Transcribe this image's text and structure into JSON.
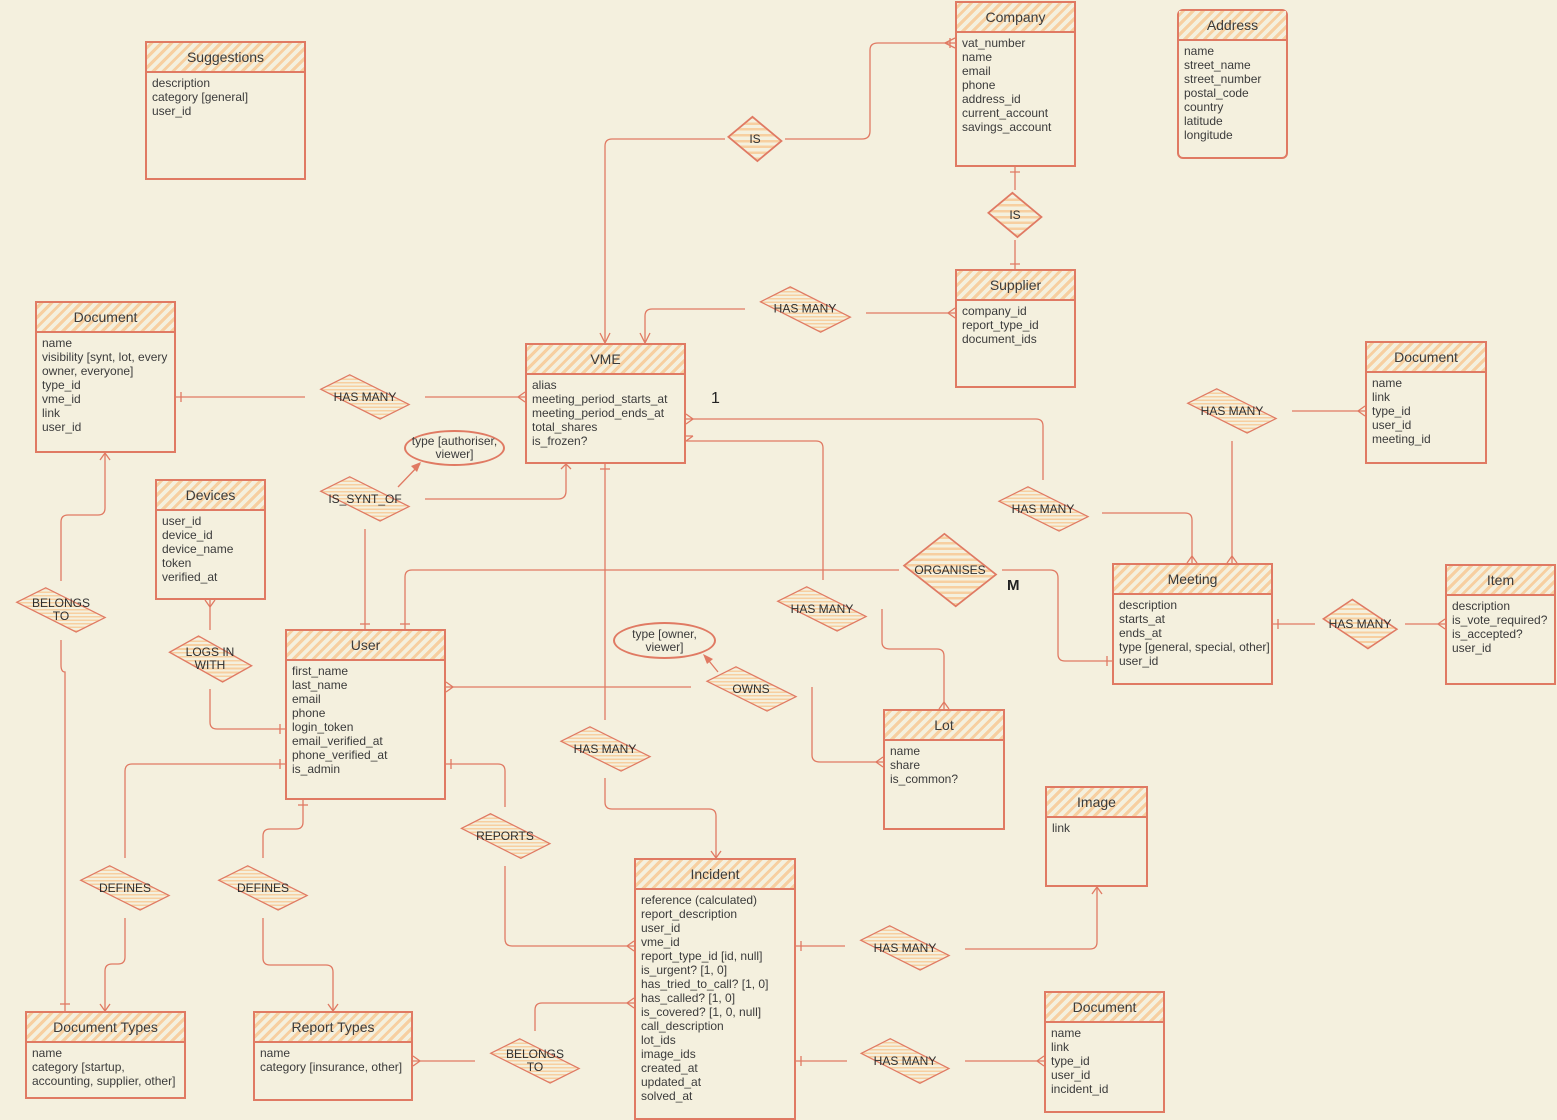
{
  "entities": [
    {
      "id": "suggestions",
      "title": "Suggestions",
      "attrs": [
        "description",
        "category [general]",
        "user_id"
      ]
    },
    {
      "id": "company",
      "title": "Company",
      "attrs": [
        "vat_number",
        "name",
        "email",
        "phone",
        "address_id",
        "current_account",
        "savings_account"
      ]
    },
    {
      "id": "address",
      "title": "Address",
      "attrs": [
        "name",
        "street_name",
        "street_number",
        "postal_code",
        "country",
        "latitude",
        "longitude"
      ]
    },
    {
      "id": "supplier",
      "title": "Supplier",
      "attrs": [
        "company_id",
        "report_type_id",
        "document_ids"
      ]
    },
    {
      "id": "document_vme",
      "title": "Document",
      "attrs": [
        "name",
        "visibility [synt, lot, every",
        "owner, everyone]",
        "type_id",
        "vme_id",
        "link",
        "user_id"
      ]
    },
    {
      "id": "vme",
      "title": "VME",
      "attrs": [
        "alias",
        "meeting_period_starts_at",
        "meeting_period_ends_at",
        "total_shares",
        "is_frozen?"
      ]
    },
    {
      "id": "document_meeting",
      "title": "Document",
      "attrs": [
        "name",
        "link",
        "type_id",
        "user_id",
        "meeting_id"
      ]
    },
    {
      "id": "devices",
      "title": "Devices",
      "attrs": [
        "user_id",
        "device_id",
        "device_name",
        "token",
        "verified_at"
      ]
    },
    {
      "id": "meeting",
      "title": "Meeting",
      "attrs": [
        "description",
        "starts_at",
        "ends_at",
        "type [general, special, other]",
        "user_id"
      ]
    },
    {
      "id": "item",
      "title": "Item",
      "attrs": [
        "description",
        "is_vote_required?",
        "is_accepted?",
        "user_id"
      ]
    },
    {
      "id": "user",
      "title": "User",
      "attrs": [
        "first_name",
        "last_name",
        "email",
        "phone",
        "login_token",
        "email_verified_at",
        "phone_verified_at",
        "is_admin"
      ]
    },
    {
      "id": "lot",
      "title": "Lot",
      "attrs": [
        "name",
        "share",
        "is_common?"
      ]
    },
    {
      "id": "image",
      "title": "Image",
      "attrs": [
        "link"
      ]
    },
    {
      "id": "incident",
      "title": "Incident",
      "attrs": [
        "reference (calculated)",
        "report_description",
        "user_id",
        "vme_id",
        "report_type_id [id, null]",
        "is_urgent? [1, 0]",
        "has_tried_to_call? [1, 0]",
        "has_called? [1, 0]",
        "is_covered? [1, 0, null]",
        "call_description",
        "lot_ids",
        "image_ids",
        "created_at",
        "updated_at",
        "solved_at"
      ]
    },
    {
      "id": "document_incident",
      "title": "Document",
      "attrs": [
        "name",
        "link",
        "type_id",
        "user_id",
        "incident_id"
      ]
    },
    {
      "id": "document_types",
      "title": "Document Types",
      "attrs": [
        "name",
        "category [startup,",
        "accounting, supplier, other]"
      ]
    },
    {
      "id": "report_types",
      "title": "Report Types",
      "attrs": [
        "name",
        "category [insurance, other]"
      ]
    }
  ],
  "relationships": [
    {
      "id": "is_vme_company",
      "label": "IS"
    },
    {
      "id": "is_company_supplier",
      "label": "IS"
    },
    {
      "id": "supplier_vme",
      "label": "HAS MANY"
    },
    {
      "id": "vme_document",
      "label": "HAS MANY"
    },
    {
      "id": "meeting_document",
      "label": "HAS MANY"
    },
    {
      "id": "is_synt_of",
      "label": "IS_SYNT_OF"
    },
    {
      "id": "vme_meeting",
      "label": "HAS MANY"
    },
    {
      "id": "organises",
      "label": "ORGANISES"
    },
    {
      "id": "belongs_to_doc",
      "label": "BELONGS TO"
    },
    {
      "id": "logs_in_with",
      "label": "LOGS IN WITH"
    },
    {
      "id": "vme_lot",
      "label": "HAS MANY"
    },
    {
      "id": "meeting_item",
      "label": "HAS MANY"
    },
    {
      "id": "owns",
      "label": "OWNS"
    },
    {
      "id": "vme_incident",
      "label": "HAS MANY"
    },
    {
      "id": "reports",
      "label": "REPORTS"
    },
    {
      "id": "defines_doc",
      "label": "DEFINES"
    },
    {
      "id": "defines_report",
      "label": "DEFINES"
    },
    {
      "id": "incident_image",
      "label": "HAS MANY"
    },
    {
      "id": "incident_document",
      "label": "HAS MANY"
    },
    {
      "id": "belongs_to_report",
      "label": "BELONGS TO"
    }
  ],
  "attributes_ellipses": [
    {
      "id": "synt_type",
      "text": "type [authoriser, viewer]"
    },
    {
      "id": "owns_type",
      "text": "type [owner, viewer]"
    }
  ],
  "cardinality_labels": [
    {
      "id": "card_one",
      "text": "1"
    },
    {
      "id": "card_many",
      "text": "M"
    }
  ],
  "colors": {
    "line": "#e07a63",
    "background": "#f4f0de",
    "hatch": "#f7cfa0",
    "text": "#3b3b3b"
  }
}
